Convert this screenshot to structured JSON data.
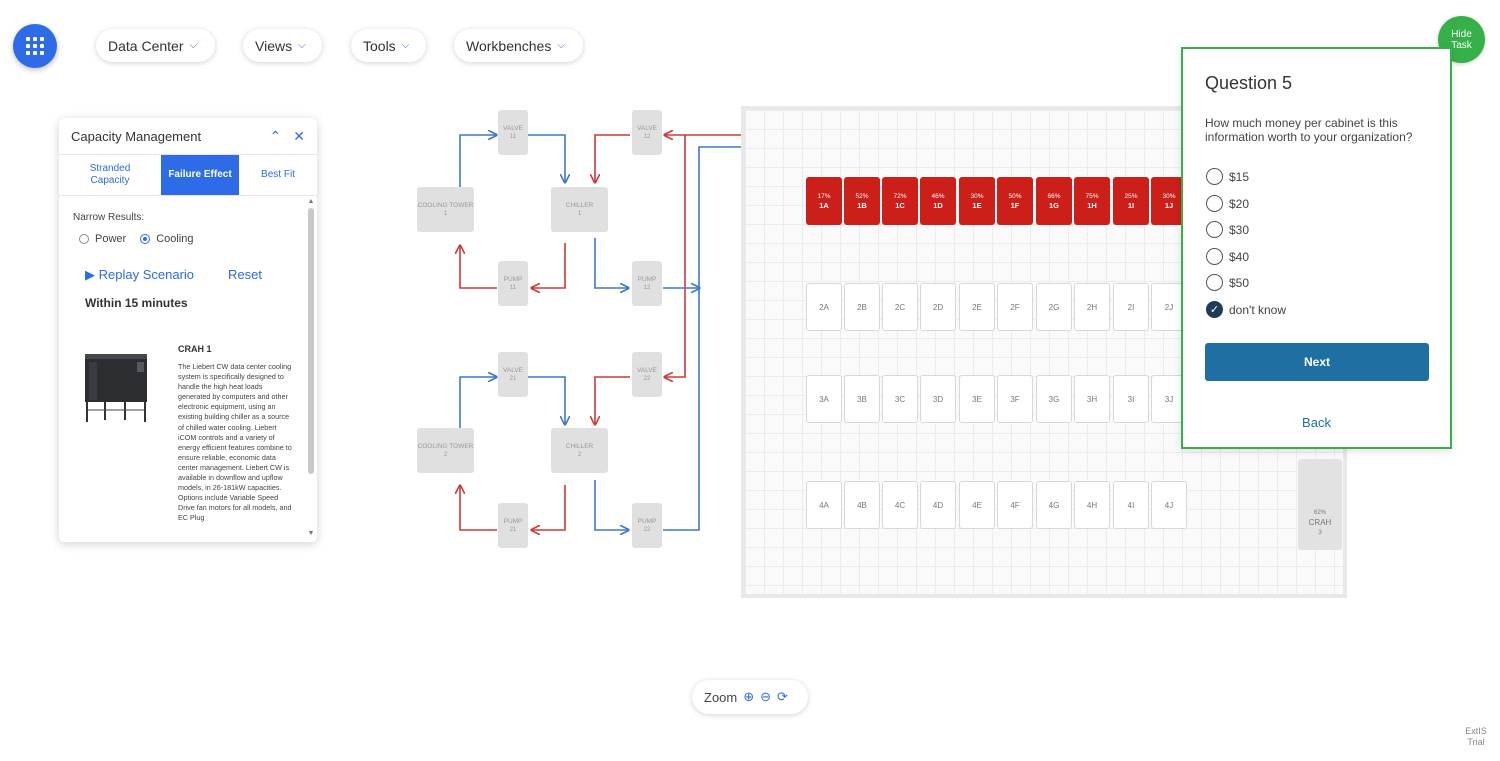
{
  "nav": {
    "apps_icon": "grid-icon",
    "menus": [
      "Data Center",
      "Views",
      "Tools",
      "Workbenches"
    ]
  },
  "capacity_panel": {
    "title": "Capacity Management",
    "tabs": [
      "Stranded Capacity",
      "Failure Effect",
      "Best Fit"
    ],
    "active_tab": "Failure Effect",
    "narrow_label": "Narrow Results:",
    "radio_options": [
      "Power",
      "Cooling"
    ],
    "selected_radio": "Cooling",
    "replay_label": "Replay Scenario",
    "reset_label": "Reset",
    "within_label": "Within 15 minutes",
    "crah_title": "CRAH 1",
    "crah_description": "The Liebert CW data center cooling system is specifically designed to handle the high heat loads generated by computers and other electronic equipment, using an existing building chiller as a source of chilled water cooling. Liebert iCOM controls and a variety of energy efficient features combine to ensure reliable, economic data center management. Liebert CW is available in downflow and upflow models, in 26-181kW capacities. Options include Variable Speed Drive fan motors for all models, and EC Plug"
  },
  "cooling_diagram": {
    "valve_label": "VALVE",
    "chiller_label": "CHILLER",
    "cooling_tower_label": "COOLING TOWER",
    "pump_label": "PUMP",
    "valves": [
      "11",
      "12",
      "21",
      "22"
    ],
    "chillers": [
      "1",
      "2"
    ],
    "cooling_towers": [
      "1",
      "2"
    ],
    "pumps": [
      "11",
      "12",
      "21",
      "22"
    ]
  },
  "floor": {
    "row1": [
      {
        "pct": "17%",
        "label": "1A"
      },
      {
        "pct": "52%",
        "label": "1B"
      },
      {
        "pct": "72%",
        "label": "1C"
      },
      {
        "pct": "46%",
        "label": "1D"
      },
      {
        "pct": "30%",
        "label": "1E"
      },
      {
        "pct": "50%",
        "label": "1F"
      },
      {
        "pct": "66%",
        "label": "1G"
      },
      {
        "pct": "75%",
        "label": "1H"
      },
      {
        "pct": "25%",
        "label": "1I"
      },
      {
        "pct": "30%",
        "label": "1J"
      }
    ],
    "row2": [
      "2A",
      "2B",
      "2C",
      "2D",
      "2E",
      "2F",
      "2G",
      "2H",
      "2I",
      "2J"
    ],
    "row3": [
      "3A",
      "3B",
      "3C",
      "3D",
      "3E",
      "3F",
      "3G",
      "3H",
      "3I",
      "3J"
    ],
    "row4": [
      "4A",
      "4B",
      "4C",
      "4D",
      "4E",
      "4F",
      "4G",
      "4H",
      "4I",
      "4J"
    ],
    "crah3": {
      "pct": "62%",
      "name": "CRAH",
      "num": "3"
    }
  },
  "question": {
    "title": "Question 5",
    "text": "How much money per cabinet is this information worth to your organization?",
    "options": [
      "$15",
      "$20",
      "$30",
      "$40",
      "$50",
      "don't know"
    ],
    "selected": "don't know",
    "next_label": "Next",
    "back_label": "Back"
  },
  "hide_task": {
    "line1": "Hide",
    "line2": "Task"
  },
  "zoom": {
    "label": "Zoom"
  },
  "watermark": {
    "line1": "ExtIS",
    "line2": "Trial"
  },
  "colors": {
    "accent": "#2e6be6",
    "alert_red": "#cc1f1a",
    "task_green": "#36b14a",
    "next_blue": "#1f6fa3"
  }
}
